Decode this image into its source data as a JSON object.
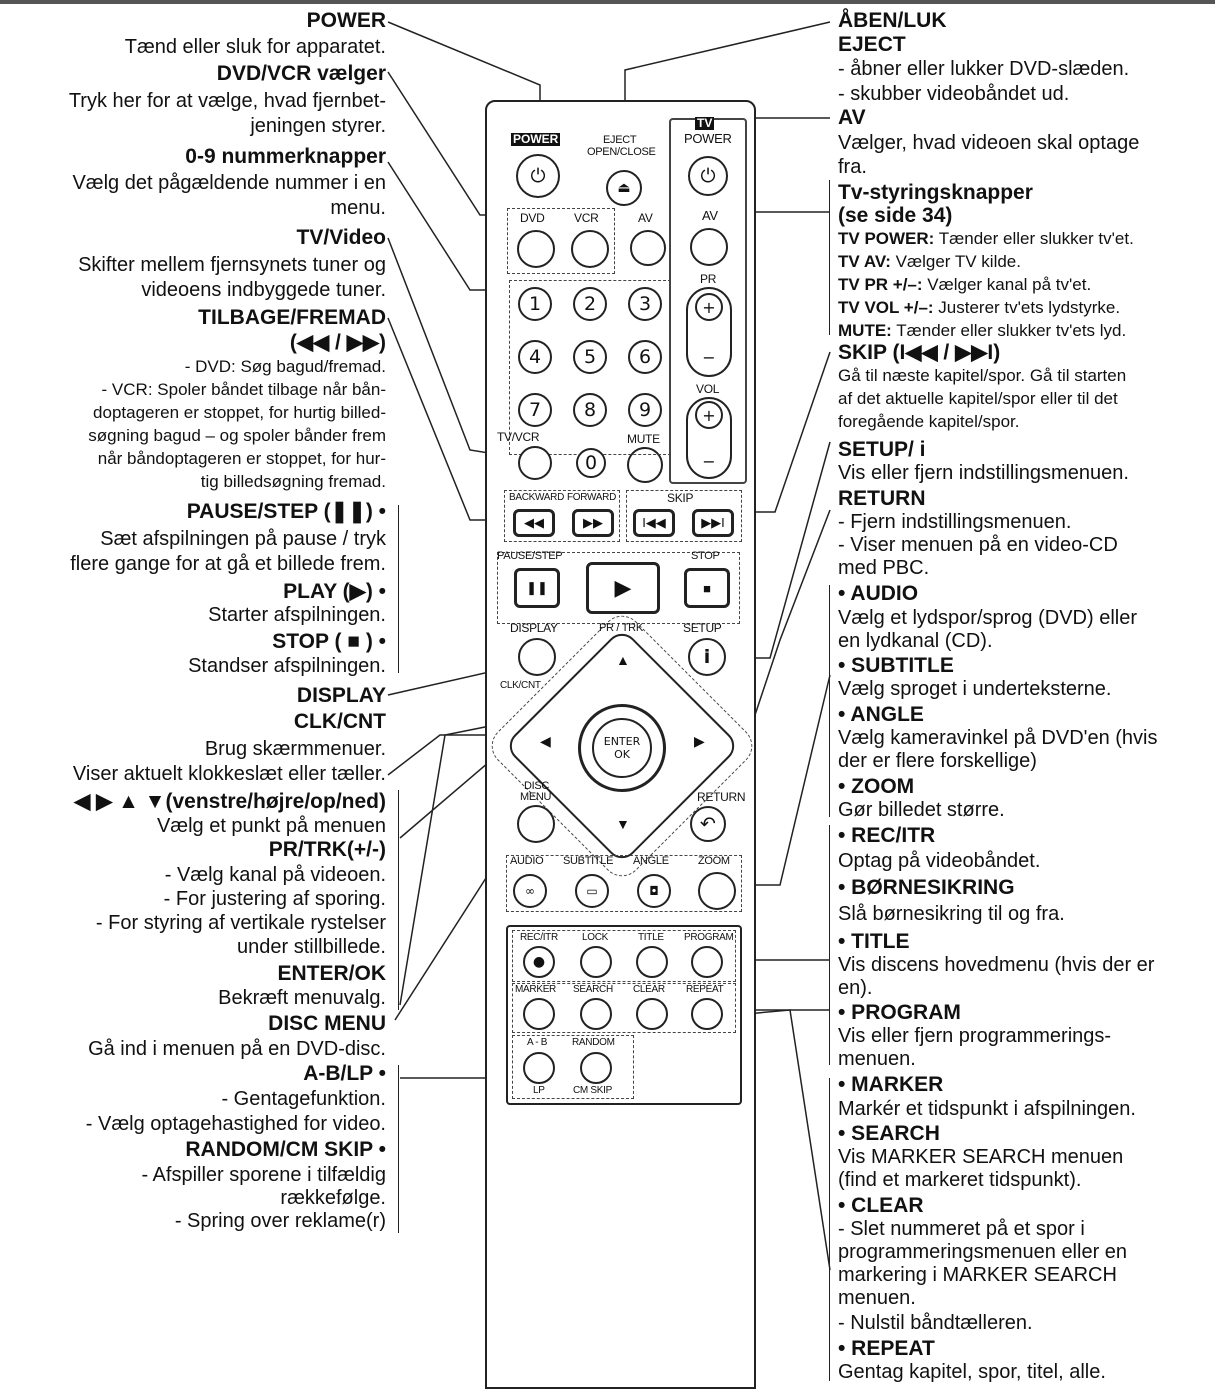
{
  "left": {
    "power_title": "POWER",
    "power_desc": "Tænd eller sluk for apparatet.",
    "dvdvcr_title": "DVD/VCR vælger",
    "dvdvcr_desc1": "Tryk her for at vælge, hvad fjernbet-",
    "dvdvcr_desc2": "jeningen styrer.",
    "num_title": "0-9 nummerknapper",
    "num_desc1": "Vælg det pågældende nummer i en",
    "num_desc2": "menu.",
    "tvvideo_title": "TV/Video",
    "tvvideo_desc1": "Skifter mellem fjernsynets tuner og",
    "tvvideo_desc2": "videoens indbyggede tuner.",
    "back_title1": "TILBAGE/FREMAD",
    "back_title2": "(◀◀ / ▶▶)",
    "back_desc1": "- DVD: Søg bagud/fremad.",
    "back_desc2": "- VCR: Spoler båndet tilbage når bån-",
    "back_desc3": "doptageren er stoppet, for hurtig billed-",
    "back_desc4": "søgning bagud – og spoler bånder frem",
    "back_desc5": "når båndoptageren er stoppet, for hur-",
    "back_desc6": "tig billedsøgning fremad.",
    "pause_title": "PAUSE/STEP (❚❚) •",
    "pause_desc1": "Sæt afspilningen på pause / tryk",
    "pause_desc2": "flere gange for at gå et billede frem.",
    "play_title": "PLAY (▶) •",
    "play_desc": "Starter afspilningen.",
    "stop_title": "STOP ( ■ ) •",
    "stop_desc": "Standser afspilningen.",
    "display_title": "DISPLAY",
    "clk_title": "CLK/CNT",
    "clk_desc1": "Brug skærmmenuer.",
    "clk_desc2": "Viser aktuelt klokkeslæt eller tæller.",
    "arrows_title": "◀ ▶ ▲ ▼(venstre/højre/op/ned)",
    "arrows_desc": "Vælg et punkt på menuen",
    "prtrk_title": "PR/TRK(+/-)",
    "prtrk_desc1": "- Vælg kanal på videoen.",
    "prtrk_desc2": "- For justering af sporing.",
    "prtrk_desc3": "- For styring af vertikale rystelser",
    "prtrk_desc4": "under stillbillede.",
    "enter_title": "ENTER/OK",
    "enter_desc": "Bekræft menuvalg.",
    "disc_title": "DISC MENU",
    "disc_desc": "Gå ind i menuen på en DVD-disc.",
    "ab_title": "A-B/LP •",
    "ab_desc1": "- Gentagefunktion.",
    "ab_desc2": "- Vælg optagehastighed for video.",
    "random_title": "RANDOM/CM SKIP •",
    "random_desc1": "- Afspiller sporene i tilfældig",
    "random_desc2": "rækkefølge.",
    "random_desc3": "- Spring over reklame(r)"
  },
  "right": {
    "eject_title1": "ÅBEN/LUK",
    "eject_title2": "EJECT",
    "eject_desc1": "- åbner eller lukker DVD-slæden.",
    "eject_desc2": "- skubber videobåndet ud.",
    "av_title": "AV",
    "av_desc1": "Vælger, hvad videoen skal optage",
    "av_desc2": "fra.",
    "tv_title1": "Tv-styringsknapper",
    "tv_title2": "(se side 34)",
    "tv_power_k": "TV POWER:",
    "tv_power_v": " Tænder eller slukker tv'et.",
    "tv_av_k": "TV AV:",
    "tv_av_v": " Vælger TV kilde.",
    "tv_pr_k": "TV PR +/–:",
    "tv_pr_v": " Vælger kanal på tv'et.",
    "tv_vol_k": "TV VOL +/–:",
    "tv_vol_v": " Justerer tv'ets lydstyrke.",
    "mute_k": "MUTE:",
    "mute_v": " Tænder eller slukker tv'ets lyd.",
    "skip_title": "SKIP (I◀◀ / ▶▶I)",
    "skip_desc1": "Gå til næste kapitel/spor. Gå til starten",
    "skip_desc2": "af det aktuelle kapitel/spor eller til det",
    "skip_desc3": "foregående kapitel/spor.",
    "setup_title": "SETUP/ i",
    "setup_desc": "Vis eller fjern indstillingsmenuen.",
    "return_title": "RETURN",
    "return_desc1": "- Fjern indstillingsmenuen.",
    "return_desc2": "- Viser menuen på en video-CD",
    "return_desc3": "med PBC.",
    "audio_title": "• AUDIO",
    "audio_desc1": "Vælg et lydspor/sprog (DVD) eller",
    "audio_desc2": "en lydkanal (CD).",
    "subtitle_title": "• SUBTITLE",
    "subtitle_desc": "Vælg sproget i underteksterne.",
    "angle_title": "• ANGLE",
    "angle_desc1": "Vælg kameravinkel på DVD'en (hvis",
    "angle_desc2": "der er flere forskellige)",
    "zoom_title": "• ZOOM",
    "zoom_desc": "Gør billedet større.",
    "rec_title": "• REC/ITR",
    "rec_desc": " Optag på videobåndet.",
    "lock_title": "• BØRNESIKRING",
    "lock_desc": "Slå børnesikring til og fra.",
    "title_title": "• TITLE",
    "title_desc1": "Vis discens hovedmenu (hvis der er",
    "title_desc2": "en).",
    "program_title": "• PROGRAM",
    "program_desc1": "Vis eller fjern programmerings-",
    "program_desc2": "menuen.",
    "marker_title": "• MARKER",
    "marker_desc": "Markér et tidspunkt i afspilningen.",
    "search_title": "• SEARCH",
    "search_desc1": "Vis MARKER SEARCH menuen",
    "search_desc2": "(find et markeret tidspunkt).",
    "clear_title": "• CLEAR",
    "clear_desc1": "- Slet nummeret på et spor i",
    "clear_desc2": "programmeringsmenuen eller en",
    "clear_desc3": "markering i MARKER SEARCH",
    "clear_desc4": "menuen.",
    "clear_desc5": "- Nulstil båndtælleren.",
    "repeat_title": "• REPEAT",
    "repeat_desc": "Gentag kapitel, spor, titel, alle."
  },
  "remote": {
    "power": "POWER",
    "eject": "EJECT",
    "open_close": "OPEN/CLOSE",
    "tv": "TV",
    "tv_power": "POWER",
    "dvd": "DVD",
    "vcr": "VCR",
    "av": "AV",
    "tv_av": "AV",
    "pr": "PR",
    "vol": "VOL",
    "mute": "MUTE",
    "tvvcr": "TV/VCR",
    "digits": [
      "1",
      "2",
      "3",
      "4",
      "5",
      "6",
      "7",
      "8",
      "9",
      "0"
    ],
    "backward": "BACKWARD",
    "forward": "FORWARD",
    "skip": "SKIP",
    "pause_step": "PAUSE/STEP",
    "stop": "STOP",
    "display": "DISPLAY",
    "prtrk": "PR / TRK",
    "setup": "SETUP",
    "clkcnt": "CLK/CNT",
    "enter": "ENTER",
    "ok": "OK",
    "disc": "DISC",
    "menu": "MENU",
    "return": "RETURN",
    "audio": "AUDIO",
    "subtitle": "SUBTITLE",
    "angle": "ANGLE",
    "zoom": "ZOOM",
    "recitr": "REC/ITR",
    "lock": "LOCK",
    "title": "TITLE",
    "program": "PROGRAM",
    "marker": "MARKER",
    "search": "SEARCH",
    "clear": "CLEAR",
    "repeat": "REPEAT",
    "ab": "A - B",
    "random": "RANDOM",
    "lp": "LP",
    "cmskip": "CM SKIP"
  }
}
